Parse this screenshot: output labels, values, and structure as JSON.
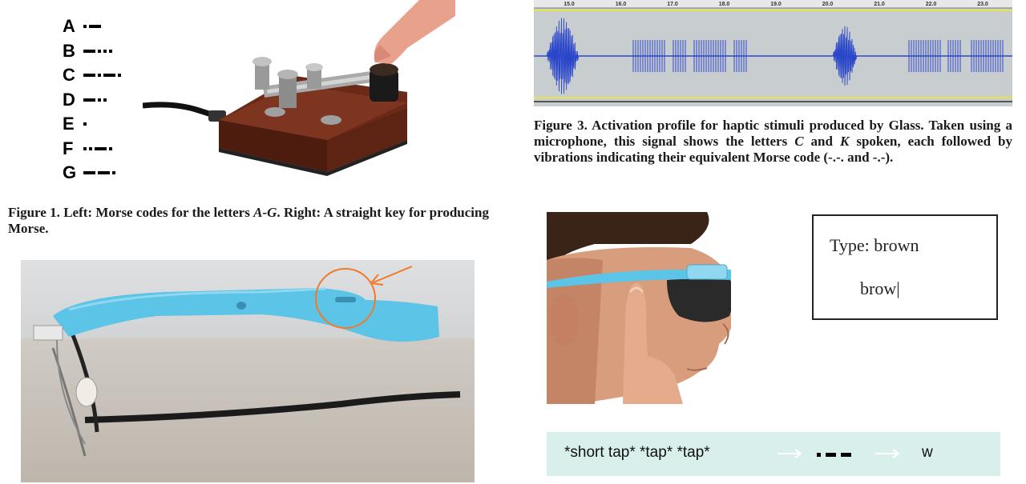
{
  "figure1": {
    "morse_codes": [
      {
        "letter": "A",
        "code": ".-"
      },
      {
        "letter": "B",
        "code": "-..."
      },
      {
        "letter": "C",
        "code": "-.-."
      },
      {
        "letter": "D",
        "code": "-.."
      },
      {
        "letter": "E",
        "code": "."
      },
      {
        "letter": "F",
        "code": "..-."
      },
      {
        "letter": "G",
        "code": "--."
      }
    ],
    "caption_lead": "Figure 1.  Left: Morse codes for the letters ",
    "caption_range": "A-G",
    "caption_tail": ". Right: A straight key for producing Morse."
  },
  "figure3": {
    "time_ticks": [
      "15.0",
      "16.0",
      "17.0",
      "18.0",
      "19.0",
      "20.0",
      "21.0",
      "22.0",
      "23.0"
    ],
    "caption_part1": "Figure 3. Activation profile for haptic stimuli produced by Glass. Taken using a microphone, this signal shows the letters ",
    "caption_letter_c": "C",
    "caption_part2": " and ",
    "caption_letter_k": "K",
    "caption_part3": " spoken, each followed by vibrations indicating their equivalent Morse code (-.-.  and -.-)."
  },
  "typing_demo": {
    "title": "Type: brown",
    "entry": "brow|"
  },
  "tap_strip": {
    "gesture_text": "*short tap* *tap* *tap*",
    "result_letter": "w"
  },
  "colors": {
    "glass_blue": "#5cc4e6",
    "waveform_blue": "#2b47c9",
    "waveform_bg": "#c8cdcf",
    "highlight_orange": "#f07a2a",
    "strip_bg": "#d8efec"
  }
}
